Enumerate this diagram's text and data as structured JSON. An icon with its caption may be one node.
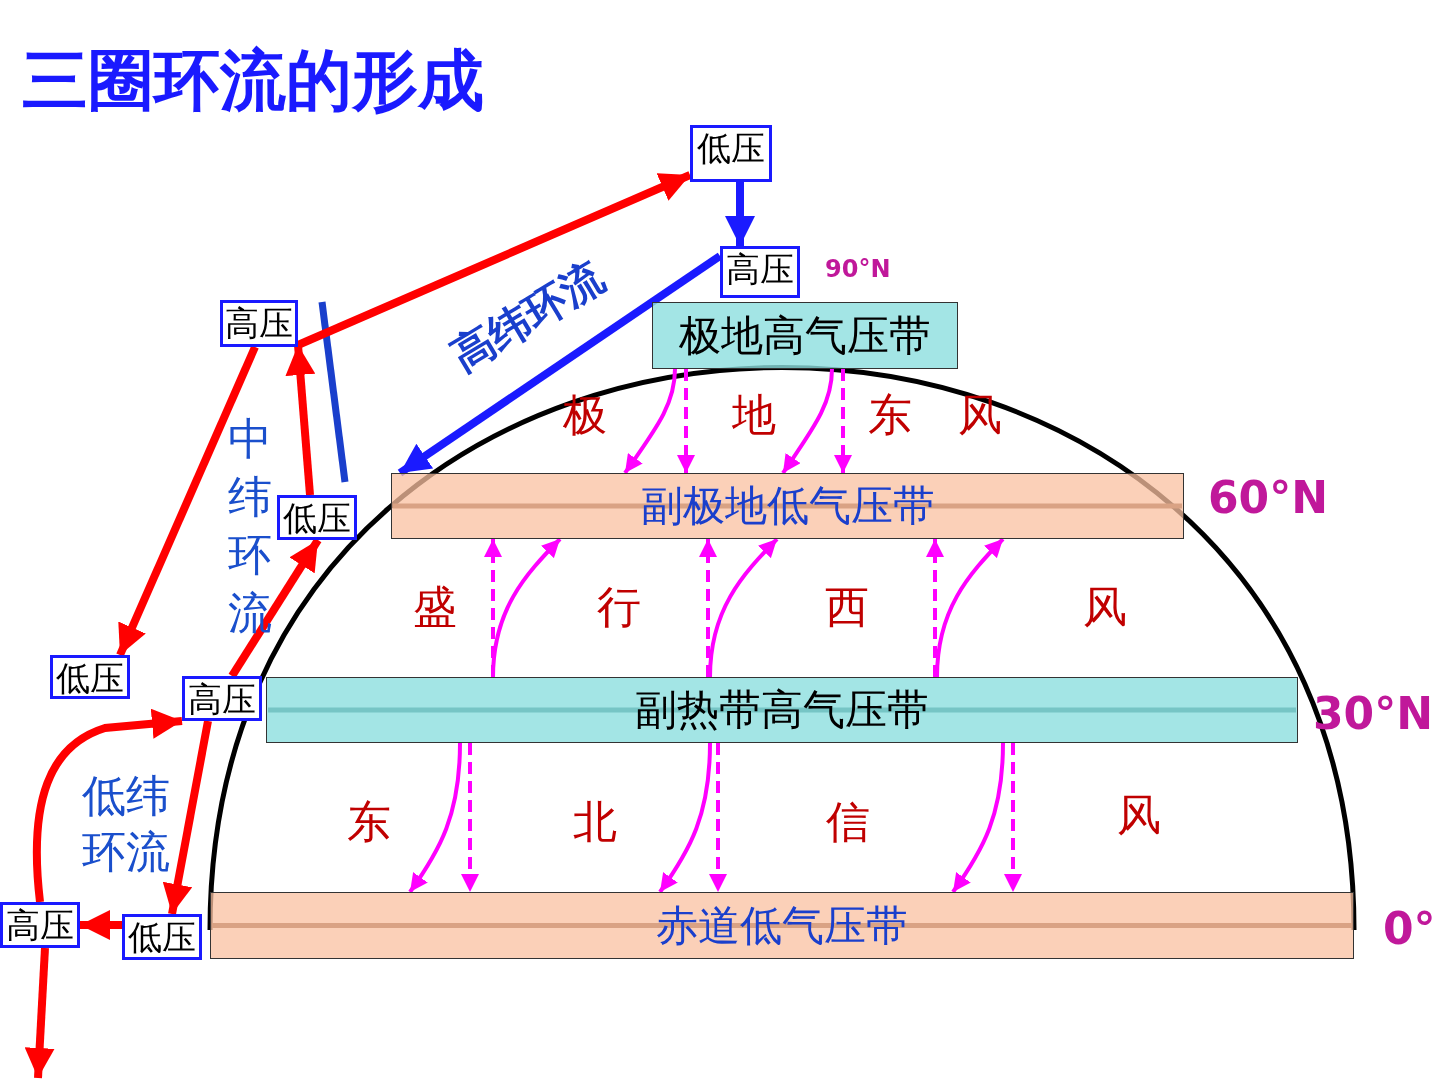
{
  "diagram": {
    "title": "三圈环流的形成",
    "nodes": [
      {
        "text": [
          "低压"
        ]
      },
      {
        "text": [
          "高压"
        ]
      },
      {
        "text": [
          "高压"
        ]
      },
      {
        "text": [
          "低压"
        ]
      },
      {
        "text": [
          "低压"
        ]
      },
      {
        "text": [
          "高压"
        ]
      },
      {
        "text": [
          "高压"
        ]
      },
      {
        "text": [
          "低压"
        ]
      },
      {
        "text": [
          "极地高气压带"
        ]
      },
      {
        "text": [
          "副极地低气压带"
        ],
        "beside": [
          "60°N"
        ]
      },
      {
        "text": [
          "副热带高气压带"
        ],
        "beside": [
          "30°N"
        ]
      },
      {
        "text": [
          "赤道低气压带"
        ],
        "beside": [
          "0°"
        ]
      }
    ],
    "edges": [
      {
        "from": 0,
        "to": 1,
        "arrow": "to",
        "style": "thick",
        "color": "#1a1aff"
      },
      {
        "from": 1,
        "to": 9,
        "arrow": "to",
        "style": "thick",
        "color": "#1a1aff"
      },
      {
        "from": 3,
        "to": 2,
        "arrow": "to",
        "style": "thick",
        "color": "#ff0000"
      },
      {
        "from": 2,
        "to": 0,
        "arrow": "to",
        "style": "thick",
        "color": "#ff0000"
      },
      {
        "from": 2,
        "to": 4,
        "arrow": "to",
        "style": "thick",
        "color": "#ff0000"
      },
      {
        "from": 5,
        "to": 3,
        "arrow": "to",
        "style": "thick",
        "color": "#ff0000"
      },
      {
        "from": 6,
        "to": 5,
        "arrow": "to",
        "style": "thick",
        "color": "#ff0000"
      },
      {
        "from": 5,
        "to": 7,
        "arrow": "to",
        "style": "thick",
        "color": "#ff0000"
      },
      {
        "from": 7,
        "to": 6,
        "arrow": "to",
        "style": "thick",
        "color": "#ff0000"
      },
      {
        "from": 6,
        "to": null,
        "arrow": "to",
        "style": "thick",
        "color": "#ff0000"
      },
      {
        "from": 8,
        "to": 9,
        "arrow": "to"
      },
      {
        "from": 8,
        "to": 9,
        "arrow": "to",
        "style": "dashed"
      },
      {
        "from": 8,
        "to": 9,
        "arrow": "to"
      },
      {
        "from": 8,
        "to": 9,
        "arrow": "to",
        "style": "dashed"
      },
      {
        "from": 10,
        "to": 9,
        "arrow": "to",
        "style": "dashed"
      },
      {
        "from": 10,
        "to": 9,
        "arrow": "to"
      },
      {
        "from": 10,
        "to": 9,
        "arrow": "to",
        "style": "dashed"
      },
      {
        "from": 10,
        "to": 9,
        "arrow": "to"
      },
      {
        "from": 10,
        "to": 9,
        "arrow": "to",
        "style": "dashed"
      },
      {
        "from": 10,
        "to": 9,
        "arrow": "to"
      },
      {
        "from": 10,
        "to": 11,
        "arrow": "to"
      },
      {
        "from": 10,
        "to": 11,
        "arrow": "to",
        "style": "dashed"
      },
      {
        "from": 10,
        "to": 11,
        "arrow": "to"
      },
      {
        "from": 10,
        "to": 11,
        "arrow": "to",
        "style": "dashed"
      },
      {
        "from": 10,
        "to": 11,
        "arrow": "to"
      },
      {
        "from": 10,
        "to": 11,
        "arrow": "to",
        "style": "dashed"
      }
    ],
    "labels": [
      "90°N",
      "高纬环流",
      "极",
      "地",
      "东",
      "风",
      "中纬环流",
      "盛",
      "行",
      "西",
      "风",
      "低纬环流",
      "东",
      "北",
      "信",
      "风"
    ]
  }
}
